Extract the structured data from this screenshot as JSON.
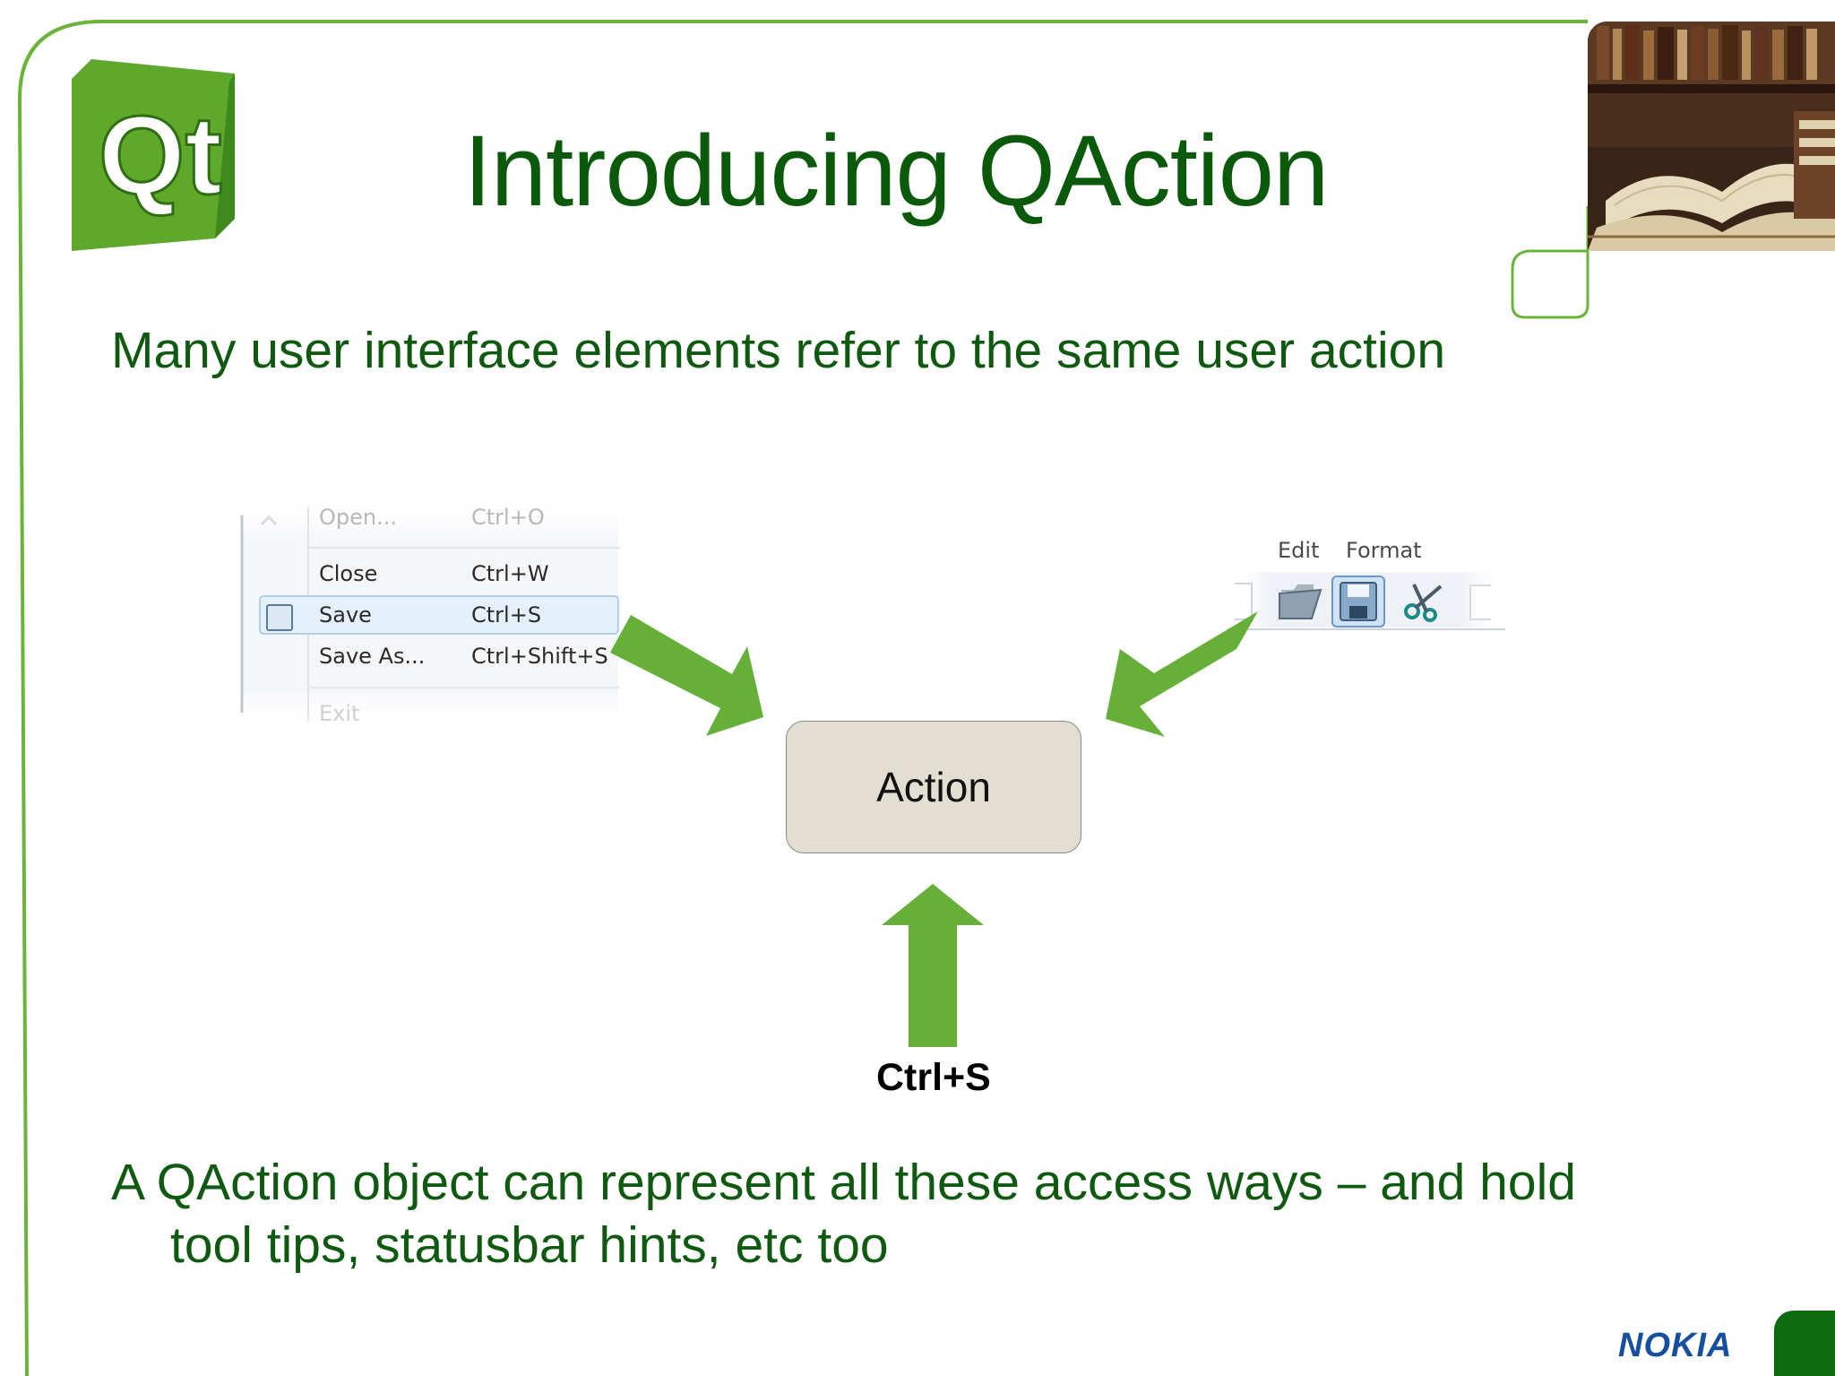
{
  "slide": {
    "title": "Introducing QAction",
    "intro_text": "Many user interface elements refer to the same user action",
    "outro_line1": "A QAction object can represent all these access ways – and hold",
    "outro_line2": "tool tips, statusbar hints, etc too",
    "brand": "NOKIA",
    "logo_text": "Qt"
  },
  "menu_screenshot": {
    "items": [
      {
        "label": "Open...",
        "shortcut": "Ctrl+O"
      },
      {
        "label": "Close",
        "shortcut": "Ctrl+W"
      },
      {
        "label": "Save",
        "shortcut": "Ctrl+S",
        "highlighted": true
      },
      {
        "label": "Save As...",
        "shortcut": "Ctrl+Shift+S"
      },
      {
        "label": "Exit",
        "shortcut": ""
      }
    ]
  },
  "toolbar_screenshot": {
    "menu_items": [
      "Edit",
      "Format"
    ],
    "icons": [
      "new-document-icon",
      "open-folder-icon",
      "save-icon",
      "cut-scissors-icon",
      "document-icon"
    ]
  },
  "diagram": {
    "center_label": "Action",
    "shortcut_label": "Ctrl+S"
  },
  "colors": {
    "accent_green": "#6ab43a",
    "title_green": "#0b5a0b",
    "action_box_fill": "#e2ded2",
    "nokia_blue": "#1550a0"
  }
}
